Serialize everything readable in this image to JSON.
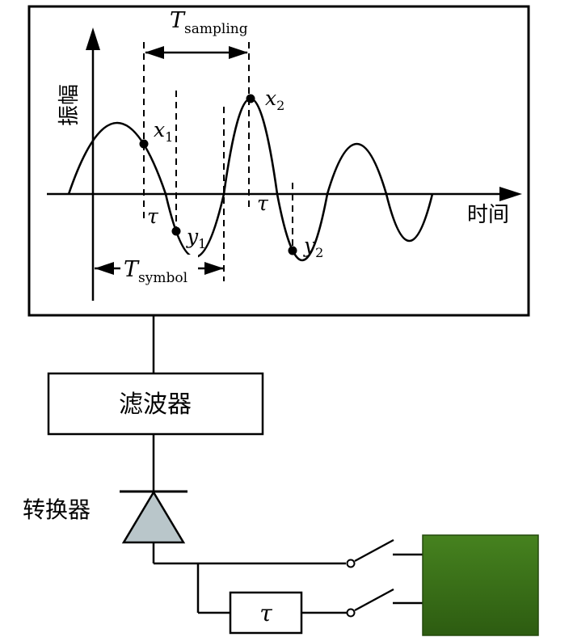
{
  "plot": {
    "amplitude_axis_label": "振幅",
    "time_axis_label": "时间",
    "sampling_period": {
      "main": "T",
      "sub": "sampling"
    },
    "symbol_period": {
      "main": "T",
      "sub": "symbol"
    },
    "tau_offset_1": "τ",
    "tau_offset_2": "τ",
    "samples": {
      "x1": {
        "main": "x",
        "sub": "1"
      },
      "y1": {
        "main": "y",
        "sub": "1"
      },
      "x2": {
        "main": "x",
        "sub": "2"
      },
      "y2": {
        "main": "y",
        "sub": "2"
      }
    }
  },
  "circuit": {
    "filter_label": "滤波器",
    "converter_label": "转换器",
    "delay_label": "τ"
  },
  "colors": {
    "line": "#000000",
    "triangle_fill": "#b9c6ca",
    "green_box_top": "#46821f",
    "green_box_bottom": "#2d5c11"
  }
}
